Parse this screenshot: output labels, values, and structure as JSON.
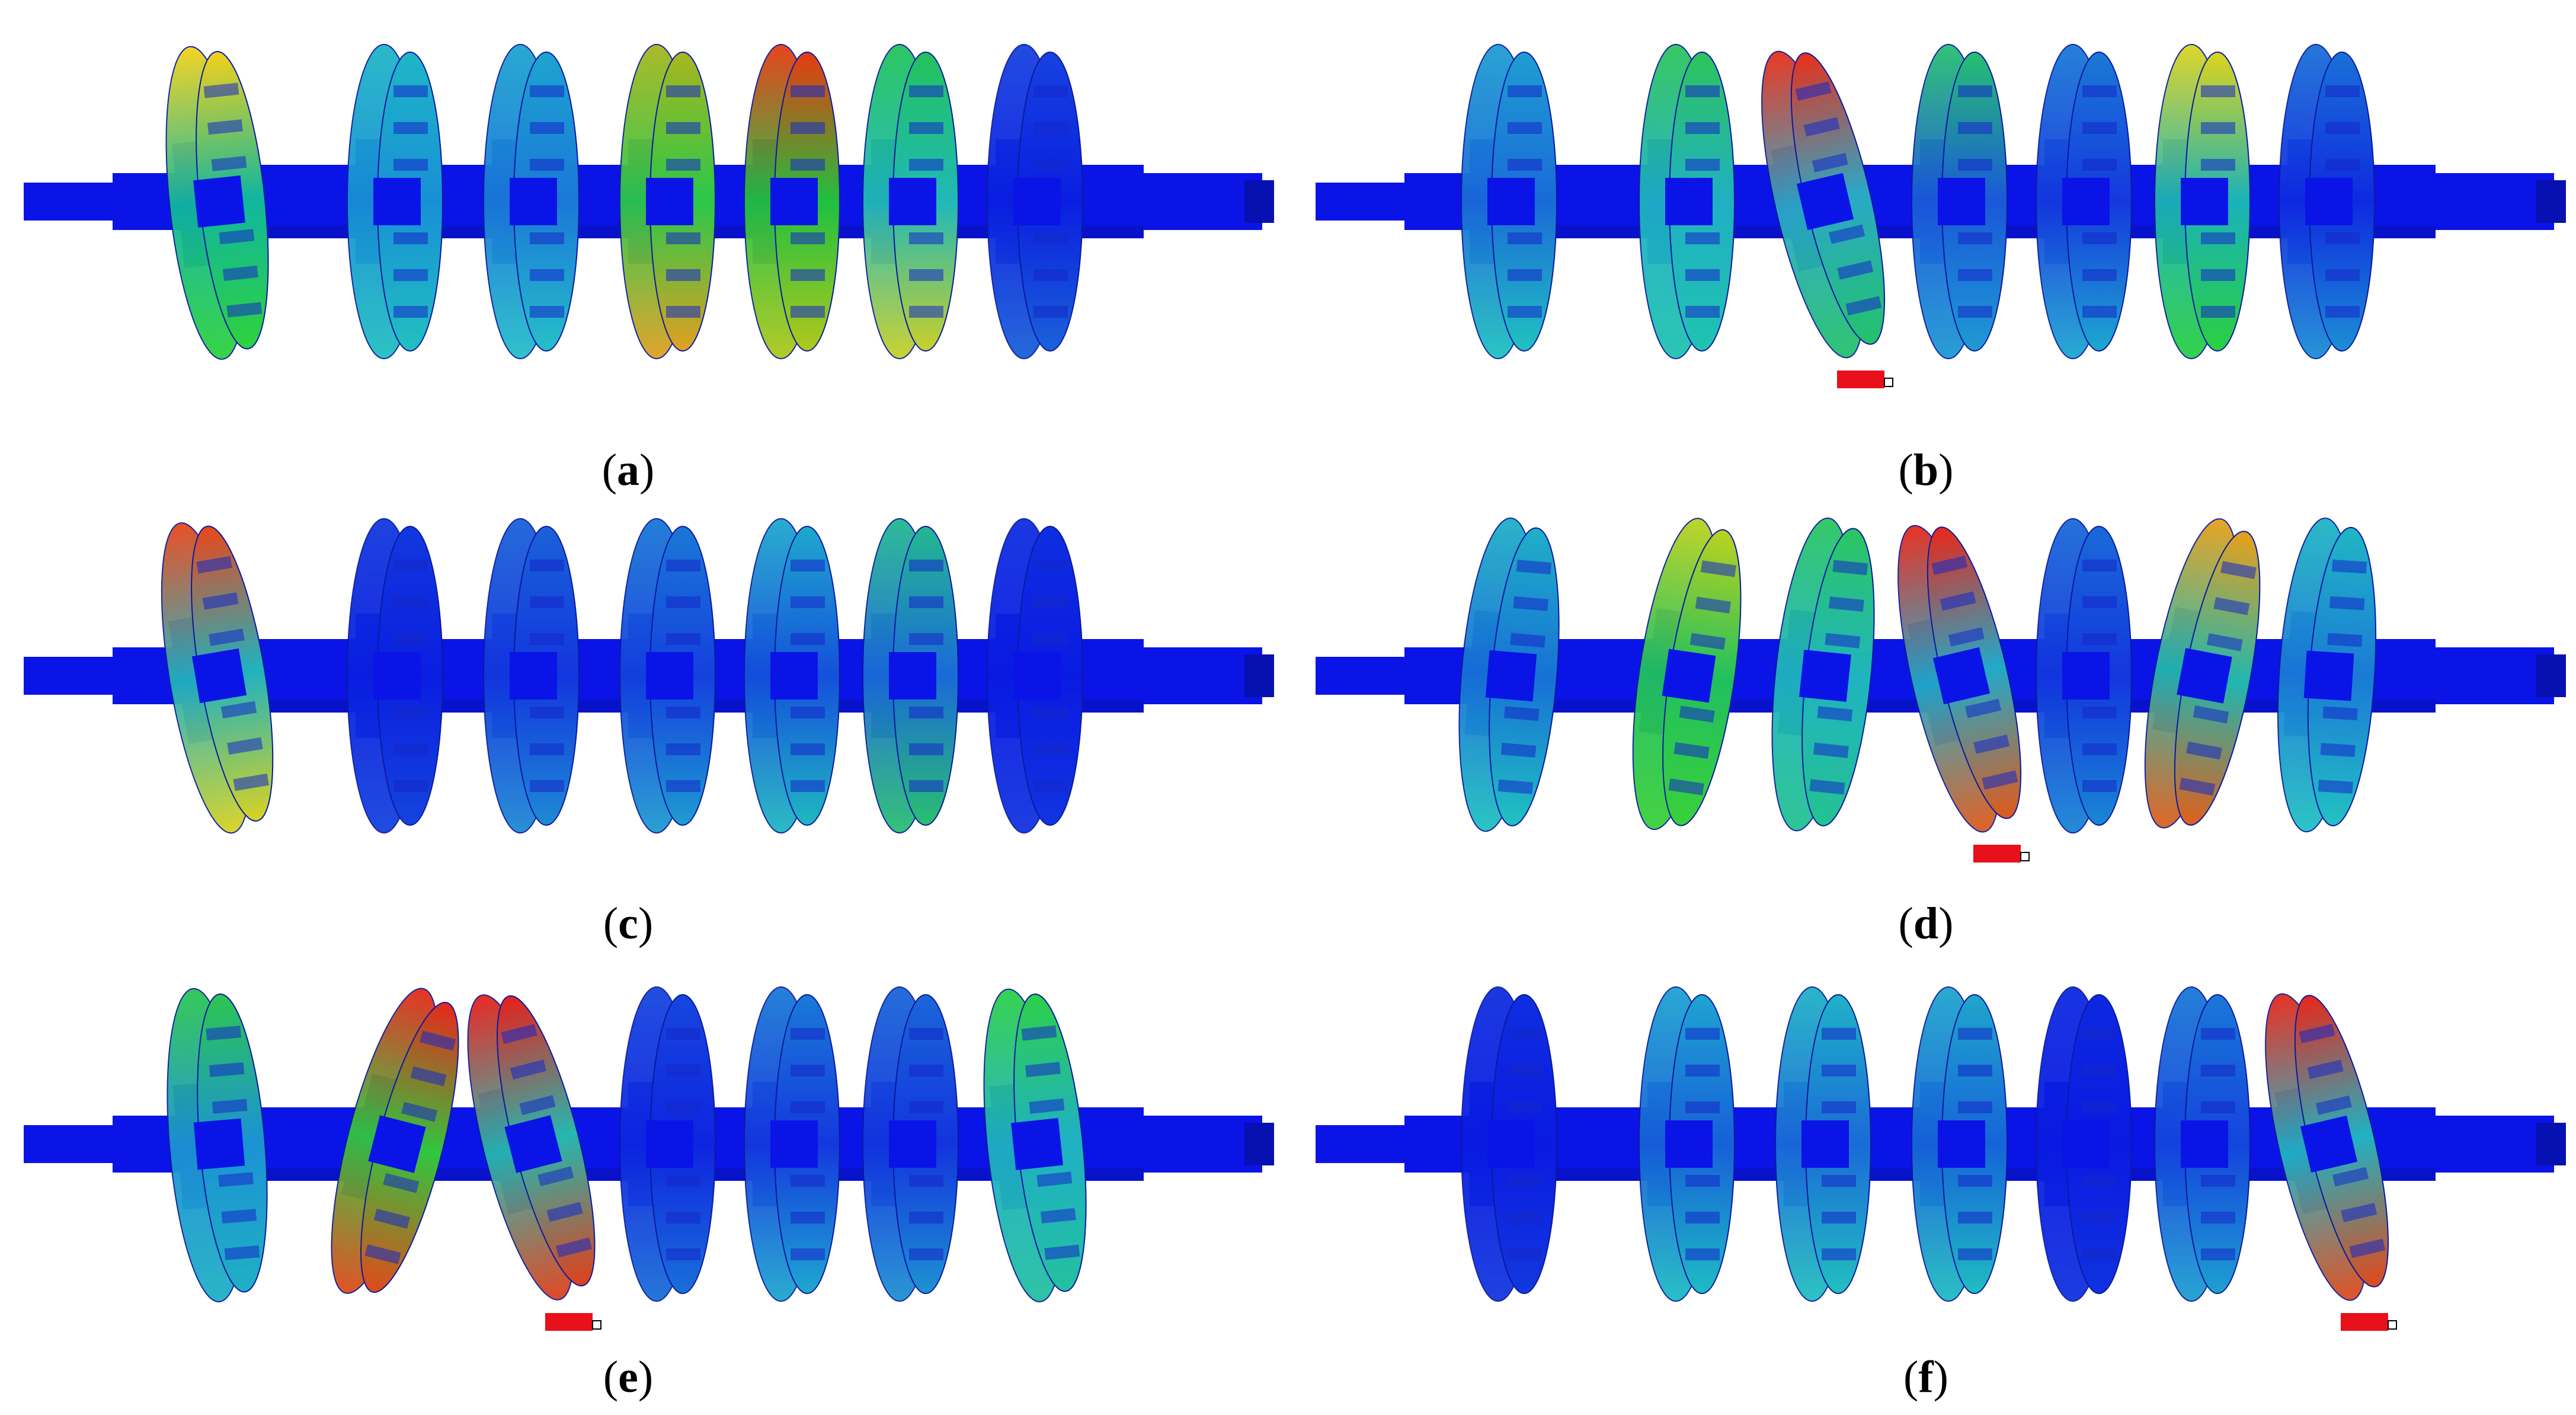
{
  "figure": {
    "panels": [
      {
        "id": "a",
        "label": "a",
        "tagged_disk": -1,
        "disks": [
          {
            "tilt": 0.1,
            "c1": "#f2d21a",
            "c2": "#10b6a0",
            "c3": "#2fd23c"
          },
          {
            "tilt": 0.0,
            "c1": "#1fb6c6",
            "c2": "#178fd6",
            "c3": "#22c0c0"
          },
          {
            "tilt": 0.0,
            "c1": "#1da4d0",
            "c2": "#1a78d8",
            "c3": "#26bfc9"
          },
          {
            "tilt": 0.0,
            "c1": "#a8b61e",
            "c2": "#2ac74a",
            "c3": "#e0a020"
          },
          {
            "tilt": 0.0,
            "c1": "#e83a10",
            "c2": "#20c040",
            "c3": "#b0c81c"
          },
          {
            "tilt": 0.0,
            "c1": "#22c35a",
            "c2": "#20b8b8",
            "c3": "#c8d02a"
          },
          {
            "tilt": 0.0,
            "c1": "#1642e0",
            "c2": "#0a1ee0",
            "c3": "#1a62d8"
          }
        ]
      },
      {
        "id": "b",
        "label": "b",
        "tagged_disk": 2,
        "disks": [
          {
            "tilt": 0.0,
            "c1": "#1e9ed2",
            "c2": "#1a6ad8",
            "c3": "#20c2c0"
          },
          {
            "tilt": 0.0,
            "c1": "#2ec45a",
            "c2": "#1fb0c4",
            "c3": "#20c2b0"
          },
          {
            "tilt": 0.22,
            "c1": "#e8301a",
            "c2": "#2aa8c8",
            "c3": "#24c26a"
          },
          {
            "tilt": 0.0,
            "c1": "#26c070",
            "c2": "#1a58da",
            "c3": "#1e9ad2"
          },
          {
            "tilt": 0.0,
            "c1": "#1b7ad6",
            "c2": "#1438de",
            "c3": "#1ea8d0"
          },
          {
            "tilt": 0.0,
            "c1": "#dcd41e",
            "c2": "#1ab2b8",
            "c3": "#2ad040"
          },
          {
            "tilt": 0.0,
            "c1": "#1a70d8",
            "c2": "#0e2ae0",
            "c3": "#1c8ed4"
          }
        ]
      },
      {
        "id": "c",
        "label": "c",
        "tagged_disk": -1,
        "disks": [
          {
            "tilt": 0.16,
            "c1": "#e8481a",
            "c2": "#1fb2c0",
            "c3": "#d8d222"
          },
          {
            "tilt": 0.0,
            "c1": "#1238de",
            "c2": "#0a1ee0",
            "c3": "#1444de"
          },
          {
            "tilt": 0.0,
            "c1": "#1a62d8",
            "c2": "#1236de",
            "c3": "#1e8ad4"
          },
          {
            "tilt": 0.0,
            "c1": "#1a78d6",
            "c2": "#1440de",
            "c3": "#1e9cd0"
          },
          {
            "tilt": 0.0,
            "c1": "#1fa8cc",
            "c2": "#1450dc",
            "c3": "#20b8c0"
          },
          {
            "tilt": 0.0,
            "c1": "#24b890",
            "c2": "#1a6ad8",
            "c3": "#2abf70"
          },
          {
            "tilt": 0.0,
            "c1": "#0e2ee0",
            "c2": "#0a1ae2",
            "c3": "#1034e0"
          }
        ]
      },
      {
        "id": "d",
        "label": "d",
        "tagged_disk": 3,
        "disks": [
          {
            "tilt": -0.08,
            "c1": "#1fb0c6",
            "c2": "#1770d6",
            "c3": "#20c2c0"
          },
          {
            "tilt": -0.14,
            "c1": "#bcd21e",
            "c2": "#20c060",
            "c3": "#3ad03a"
          },
          {
            "tilt": -0.1,
            "c1": "#2cc660",
            "c2": "#1fb4c0",
            "c3": "#24c290"
          },
          {
            "tilt": 0.22,
            "c1": "#e8281a",
            "c2": "#20aaca",
            "c3": "#e05a1a"
          },
          {
            "tilt": 0.0,
            "c1": "#1a6ad8",
            "c2": "#1236de",
            "c3": "#1a86d4"
          },
          {
            "tilt": -0.18,
            "c1": "#e8a01a",
            "c2": "#20b6b0",
            "c3": "#e0601a"
          },
          {
            "tilt": -0.06,
            "c1": "#20b6c4",
            "c2": "#1a7ad6",
            "c3": "#22c2c2"
          }
        ]
      },
      {
        "id": "e",
        "label": "e",
        "tagged_disk": 2,
        "disks": [
          {
            "tilt": 0.08,
            "c1": "#2cc650",
            "c2": "#1c92d4",
            "c3": "#1fb0c4"
          },
          {
            "tilt": -0.24,
            "c1": "#e8281a",
            "c2": "#30c640",
            "c3": "#e04a1a"
          },
          {
            "tilt": 0.24,
            "c1": "#e8201a",
            "c2": "#24b8b0",
            "c3": "#e0401a"
          },
          {
            "tilt": 0.0,
            "c1": "#1646de",
            "c2": "#0e24e0",
            "c3": "#1a70d8"
          },
          {
            "tilt": 0.0,
            "c1": "#1a7ad6",
            "c2": "#1438de",
            "c3": "#1ea8d0"
          },
          {
            "tilt": 0.0,
            "c1": "#1a66d8",
            "c2": "#1234de",
            "c3": "#1e92d2"
          },
          {
            "tilt": 0.1,
            "c1": "#2ed048",
            "c2": "#1fb0c4",
            "c3": "#24c0a0"
          }
        ]
      },
      {
        "id": "f",
        "label": "f",
        "tagged_disk": 6,
        "disks": [
          {
            "tilt": 0.0,
            "c1": "#0e2ee0",
            "c2": "#0a1ae2",
            "c3": "#1238de"
          },
          {
            "tilt": 0.0,
            "c1": "#1ea4d0",
            "c2": "#1660d8",
            "c3": "#1ebcc4"
          },
          {
            "tilt": 0.0,
            "c1": "#1fb2c6",
            "c2": "#1a6ad8",
            "c3": "#22c0c0"
          },
          {
            "tilt": 0.0,
            "c1": "#1fa6cc",
            "c2": "#1664d8",
            "c3": "#20bcc2"
          },
          {
            "tilt": 0.0,
            "c1": "#0c28e0",
            "c2": "#0a1ae2",
            "c3": "#1032e0"
          },
          {
            "tilt": 0.0,
            "c1": "#1a78d6",
            "c2": "#1444de",
            "c3": "#1ea0d0"
          },
          {
            "tilt": 0.22,
            "c1": "#e8281a",
            "c2": "#1fb2c4",
            "c3": "#e04a1a"
          }
        ]
      }
    ]
  },
  "colors": {
    "shaft": "#0a14e6",
    "shaft_dark": "#0710b0",
    "tag": "#e8101a"
  }
}
